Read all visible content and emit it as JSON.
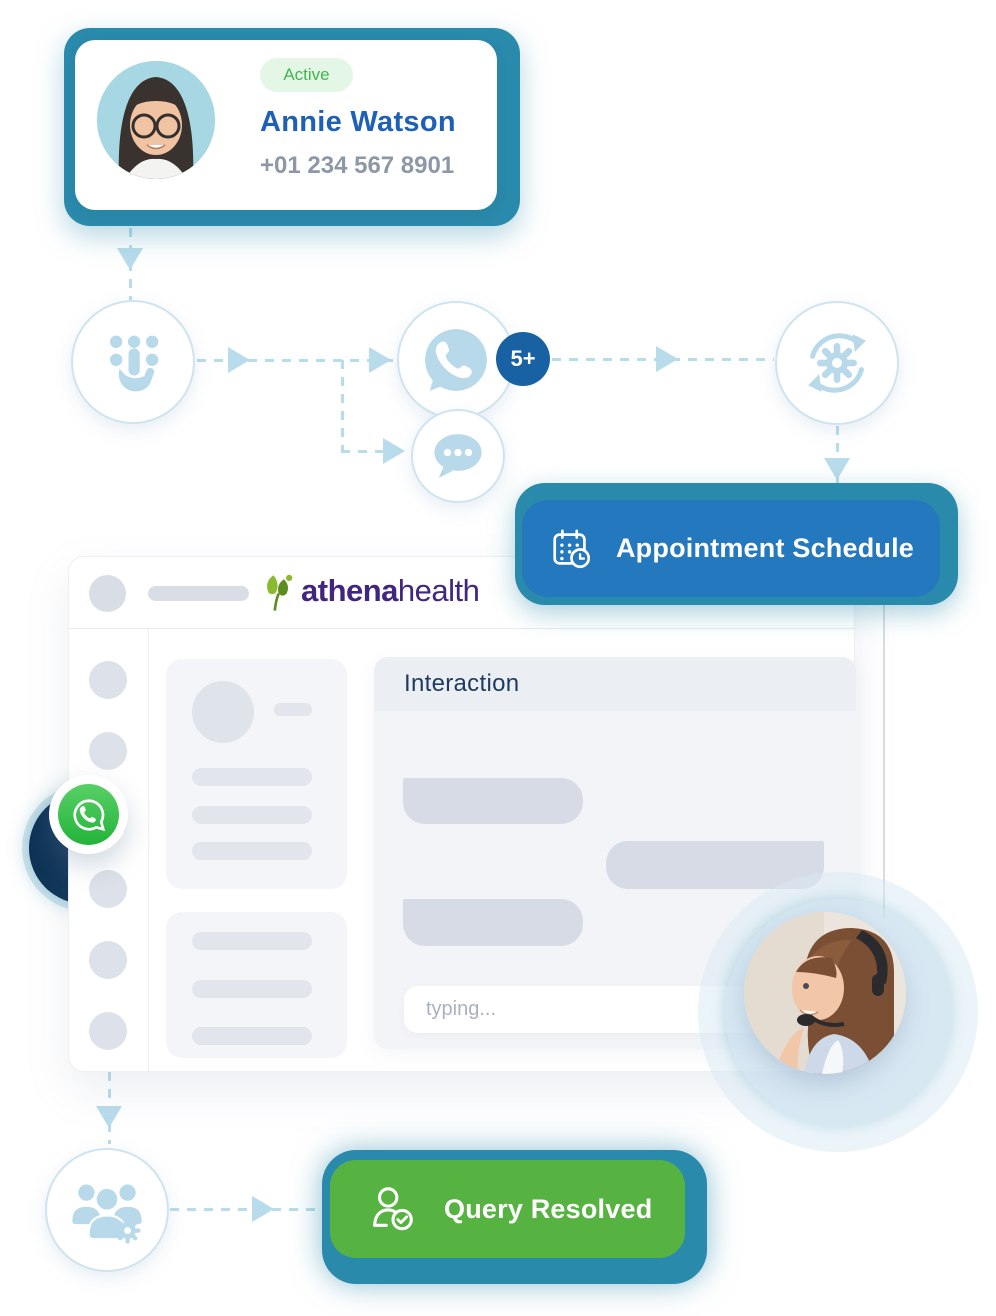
{
  "contact_card": {
    "status": "Active",
    "name": "Annie Watson",
    "phone": "+01 234 567 8901"
  },
  "flow": {
    "whatsapp_badge": "5+",
    "nodes": [
      "tap-input",
      "whatsapp-messages",
      "chat-bubble",
      "auto-sync",
      "support-team"
    ]
  },
  "appointment_button": {
    "label": "Appointment Schedule"
  },
  "app_window": {
    "logo": {
      "part1": "athena",
      "part2": "health"
    },
    "interaction": {
      "title": "Interaction",
      "typing_placeholder": "typing..."
    }
  },
  "resolution": {
    "query_button_label": "Query Resolved"
  },
  "colors": {
    "teal_accent": "#2a8aab",
    "primary_blue": "#2478bd",
    "badge_blue": "#1861a2",
    "link_blue": "#1d60b5",
    "light_blue_icon": "#b7d9ea",
    "active_green": "#41b64e",
    "query_green": "#57b341",
    "whatsapp_green": "#23b33a",
    "logo_purple": "#41257e",
    "navy_blob": "#0e3356",
    "text_gray": "#8d97a5",
    "chat_bubble_gray": "#d6dbe5"
  }
}
